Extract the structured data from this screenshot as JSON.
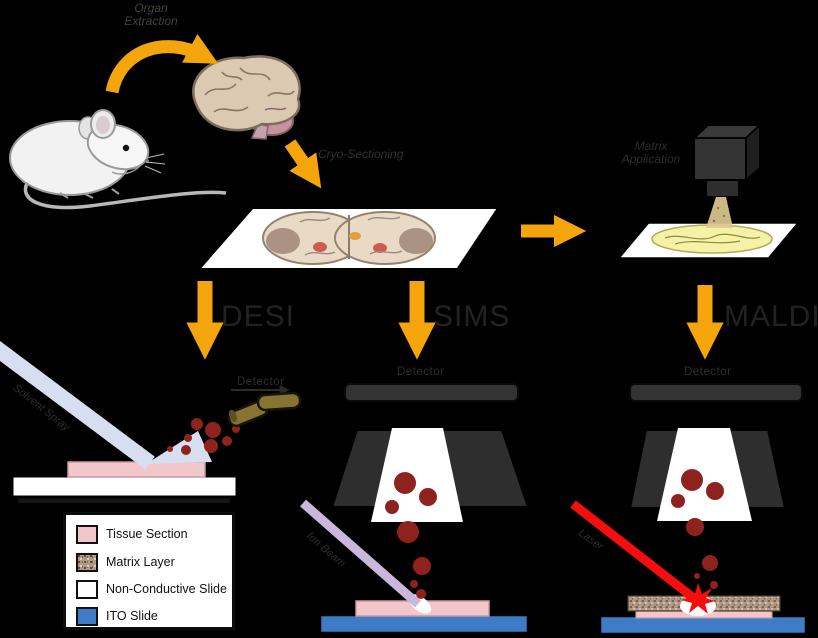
{
  "workflow": {
    "organ_extraction_label": "Organ\nExtraction",
    "cryo_sectioning_label": "Cryo-Sectioning",
    "matrix_application_label": "Matrix\nApplication"
  },
  "techniques": [
    {
      "name": "DESI"
    },
    {
      "name": "SIMS"
    },
    {
      "name": "MALDI"
    }
  ],
  "desi": {
    "detector_label": "Detector",
    "beam_label": "Solvent Spray"
  },
  "sims": {
    "detector_label": "Detector",
    "beam_label": "Ion Beam"
  },
  "maldi": {
    "detector_label": "Detector",
    "beam_label": "Laser"
  },
  "legend": {
    "items": [
      {
        "label": "Tissue Section",
        "color": "#f2c6cb"
      },
      {
        "label": "Matrix Layer",
        "color": "#b09a87"
      },
      {
        "label": "Non-Conductive Slide",
        "color": "#ffffff"
      },
      {
        "label": "ITO Slide",
        "color": "#3e7cc7"
      }
    ]
  },
  "colors": {
    "background": "#000000",
    "arrow_yellow": "#f4a50b",
    "droplet_red": "#8e231e",
    "solvent_spray_blue": "#d6def0",
    "ion_beam_purple": "#c9b7de",
    "laser_red": "#f60d0d",
    "tissue_pink": "#f2c6cb",
    "ito_blue": "#3e7cc7",
    "matrix_brown": "#b09a87",
    "instrument_gray": "#2e2e2e",
    "capillary_olive": "#877430"
  }
}
